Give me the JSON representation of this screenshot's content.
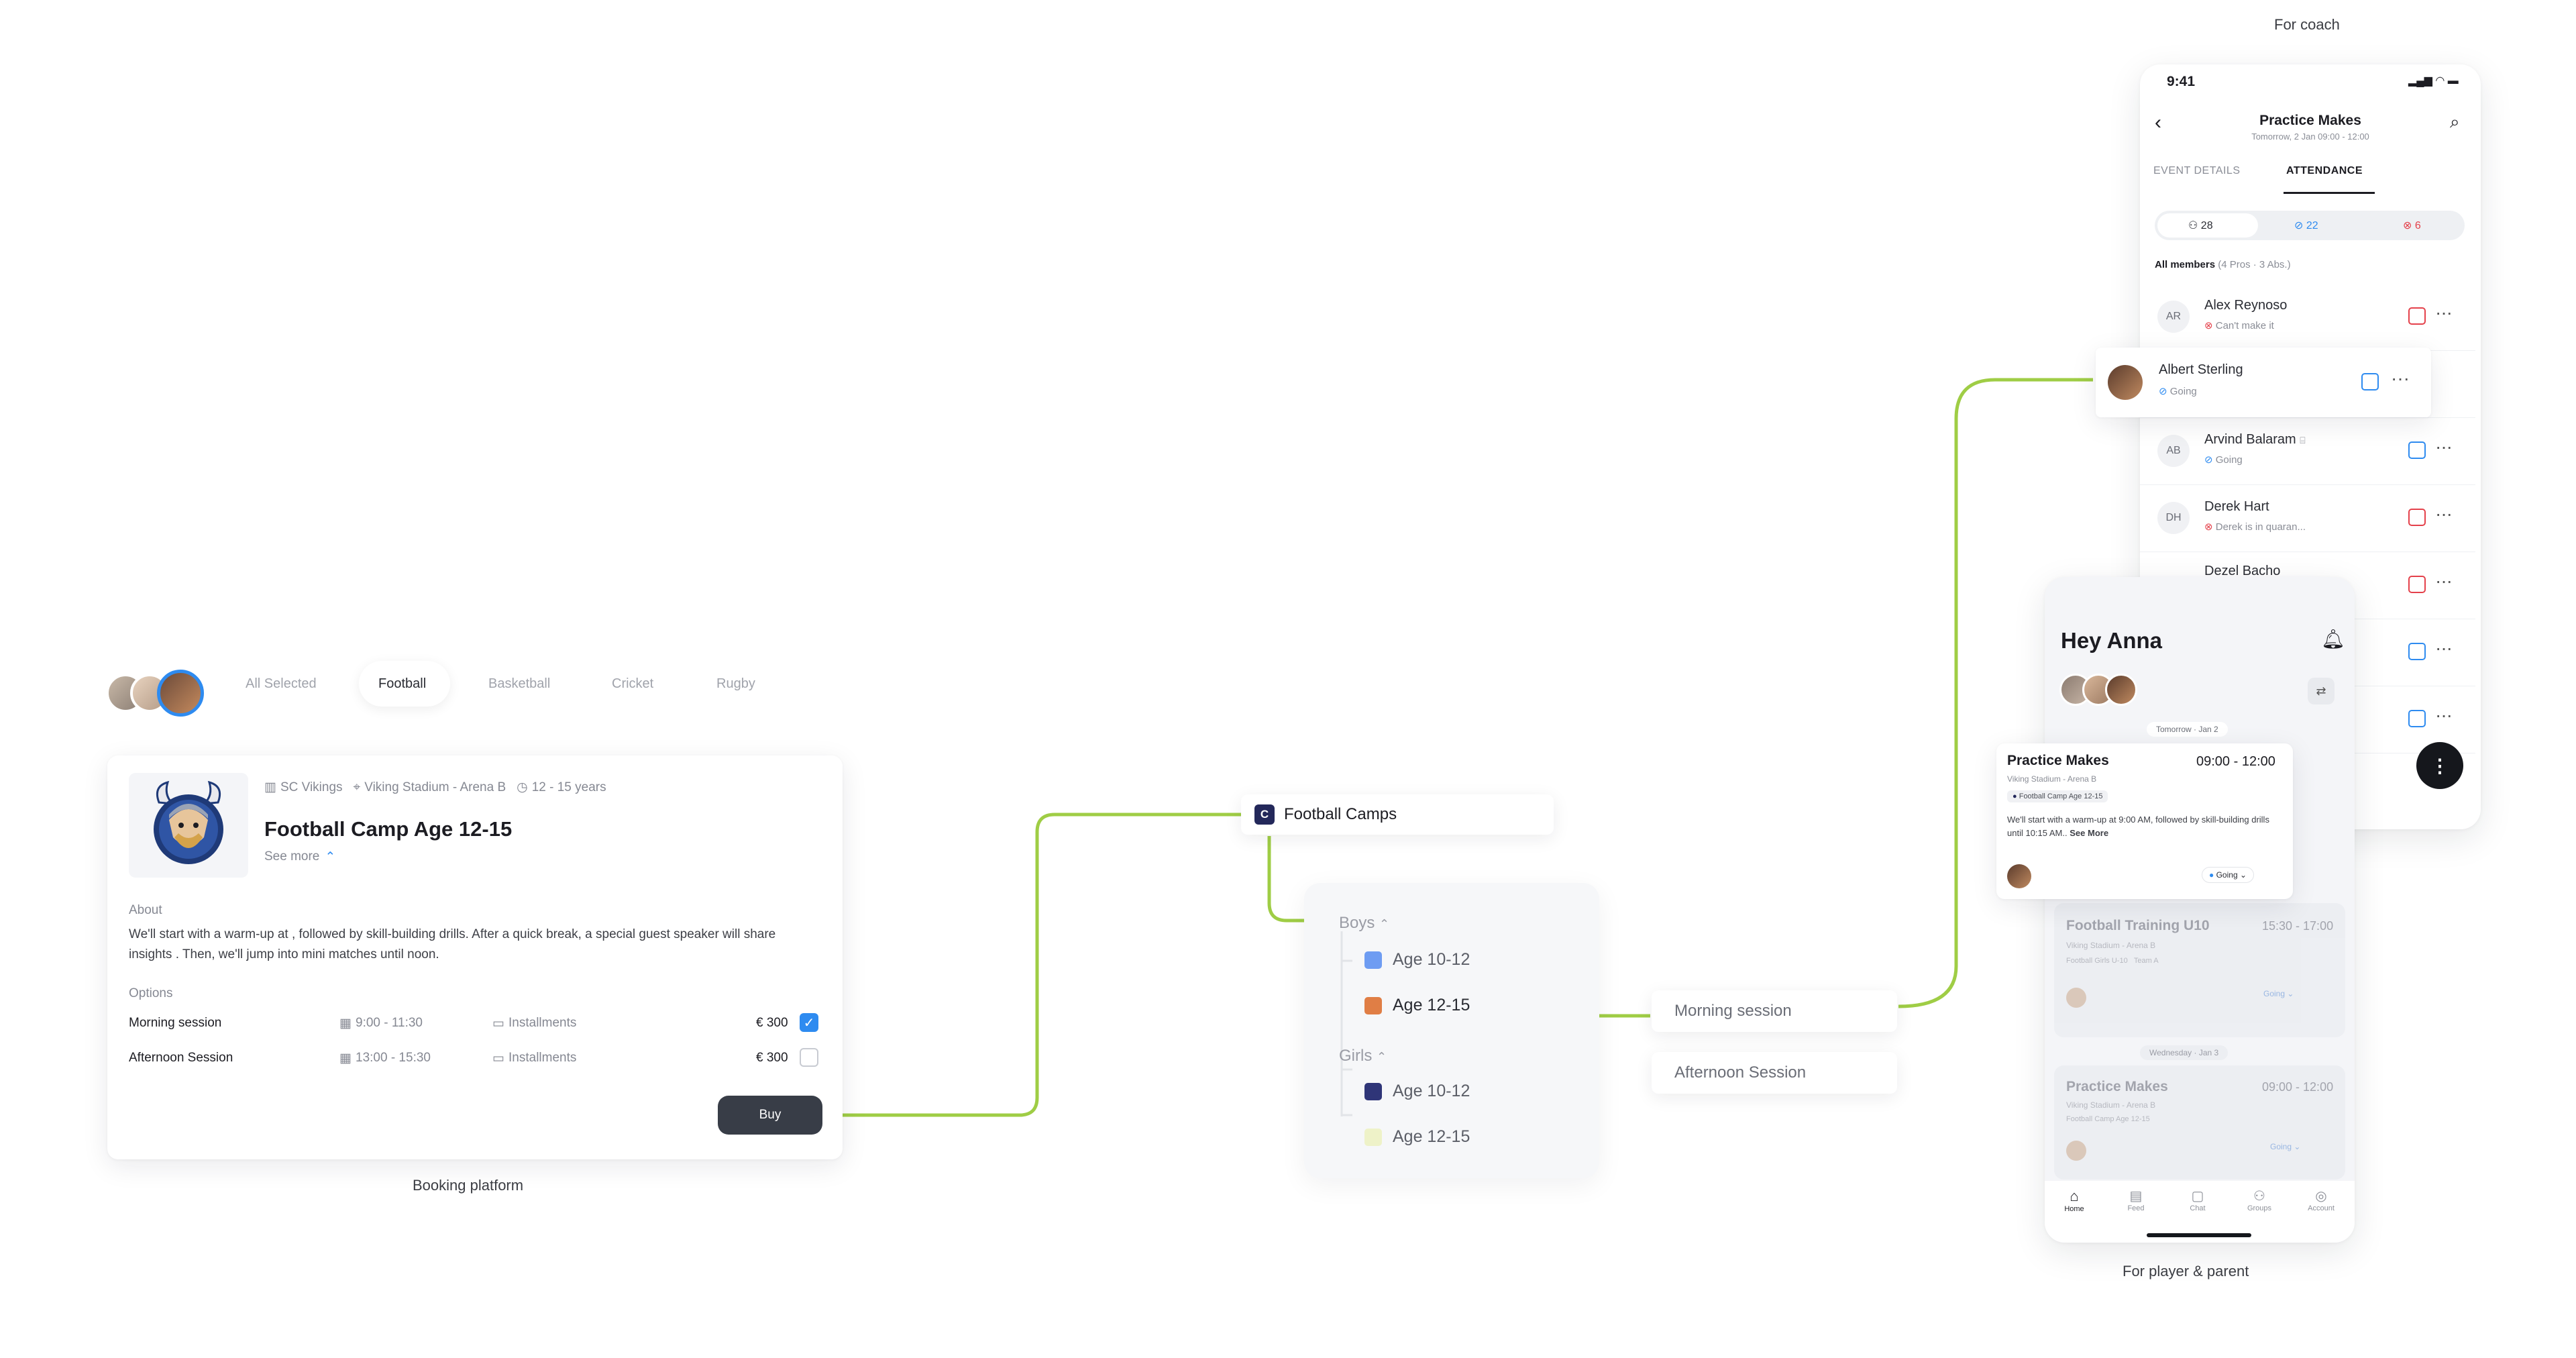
{
  "captions": {
    "booking": "Booking platform",
    "player_parent": "For player & parent",
    "coach": "For coach"
  },
  "colors": {
    "accent_green": "#9fcd45",
    "checkbox_blue": "#2e8bf0",
    "dark_button": "#383d47"
  },
  "booking": {
    "filters": [
      "All Selected",
      "Football",
      "Basketball",
      "Cricket",
      "Rugby"
    ],
    "active_filter": "Football",
    "club": "SC Vikings",
    "location": "Viking Stadium - Arena B",
    "age_range": "12 - 15 years",
    "title": "Football Camp Age 12-15",
    "see_more": "See more",
    "about_label": "About",
    "about_text": "We'll start with a warm-up at , followed by skill-building drills. After a quick break, a special guest speaker will share insights . Then, we'll jump into mini matches until noon.",
    "options_label": "Options",
    "options": [
      {
        "name": "Morning session",
        "time": "9:00 - 11:30",
        "payment": "Installments",
        "price": "€ 300",
        "checked": true
      },
      {
        "name": "Afternoon Session",
        "time": "13:00 - 15:30",
        "payment": "Installments",
        "price": "€ 300",
        "checked": false
      }
    ],
    "buy_label": "Buy"
  },
  "tree": {
    "root_badge": "C",
    "root_label": "Football Camps",
    "boys_label": "Boys",
    "girls_label": "Girls",
    "boys_ages": [
      {
        "label": "Age 10-12",
        "color": "#6e9cf2"
      },
      {
        "label": "Age 12-15",
        "color": "#e07e45"
      }
    ],
    "girls_ages": [
      {
        "label": "Age 10-12",
        "color": "#2f3578"
      },
      {
        "label": "Age 12-15",
        "color": "#eef2c8"
      }
    ],
    "sessions": [
      "Morning session",
      "Afternoon Session"
    ]
  },
  "coach_app": {
    "time": "9:41",
    "event_title": "Practice Makes",
    "event_subtitle": "Tomorrow, 2 Jan 09:00 - 12:00",
    "tabs": [
      "EVENT DETAILS",
      "ATTENDANCE"
    ],
    "active_tab": "ATTENDANCE",
    "counts": {
      "total": "28",
      "going": "22",
      "absent": "6"
    },
    "members_label": "All members",
    "members_summary": "(4 Pros · 3 Abs.)",
    "members": [
      {
        "initials": "AR",
        "name": "Alex Reynoso",
        "status": "Can't make it",
        "going": false
      },
      {
        "initials": "",
        "name": "Albert Sterling",
        "status": "Going",
        "going": true
      },
      {
        "initials": "AB",
        "name": "Arvind Balaram",
        "status": "Going",
        "going": true
      },
      {
        "initials": "DH",
        "name": "Derek Hart",
        "status": "Derek is in quaran...",
        "going": false
      },
      {
        "initials": "",
        "name": "Dezel Bacho",
        "status": "",
        "going": false
      }
    ]
  },
  "player_app": {
    "greeting": "Hey Anna",
    "day1": "Tomorrow · Jan 2",
    "day2": "Wednesday · Jan 3",
    "events": [
      {
        "title": "Practice Makes",
        "time": "09:00 - 12:00",
        "place": "Viking Stadium - Arena B",
        "tag": "Football Camp Age 12-15",
        "desc": "We'll start with a warm-up at 9:00 AM, followed by skill-building drills until 10:15 AM..",
        "see_more": "See More",
        "status": "Going"
      },
      {
        "title": "Football Training U10",
        "time": "15:30 - 17:00",
        "place": "Viking Stadium - Arena B",
        "tag": "Football Girls U-10",
        "tag2": "Team A",
        "status": "Going"
      },
      {
        "title": "Practice Makes",
        "time": "09:00 - 12:00",
        "place": "Viking Stadium - Arena B",
        "tag": "Football Camp Age 12-15",
        "status": "Going"
      }
    ],
    "nav": [
      "Home",
      "Feed",
      "Chat",
      "Groups",
      "Account"
    ]
  }
}
